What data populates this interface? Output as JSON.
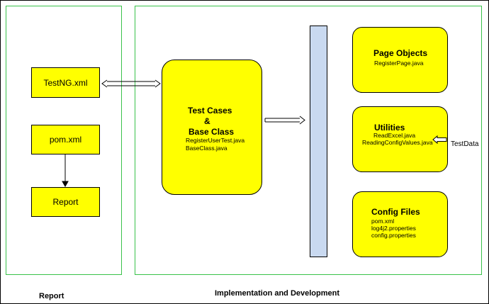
{
  "report_region": {
    "caption": "Report",
    "nodes": {
      "testng": "TestNG.xml",
      "pom": "pom.xml",
      "report": "Report"
    }
  },
  "implementation_region": {
    "caption": "Implementation and Development"
  },
  "test_cases": {
    "line1": "Test Cases",
    "line2": "&",
    "line3": "Base Class",
    "files": [
      "RegisterUserTest.java",
      "BaseClass.java"
    ]
  },
  "page_objects": {
    "title": "Page Objects",
    "files": [
      "RegisterPage.java"
    ]
  },
  "utilities": {
    "title": "Utilities",
    "files": [
      "ReadExcel.java",
      "ReadingConfigValues.java"
    ]
  },
  "config_files": {
    "title": "Config Files",
    "files": [
      "pom.xml",
      "log4j2.properties",
      "config.properties"
    ]
  },
  "external_input": "TestData",
  "colors": {
    "box_fill": "#ffff00",
    "region_border": "#39c24a",
    "bar_fill": "#c9d9f0",
    "stroke": "#000000"
  }
}
